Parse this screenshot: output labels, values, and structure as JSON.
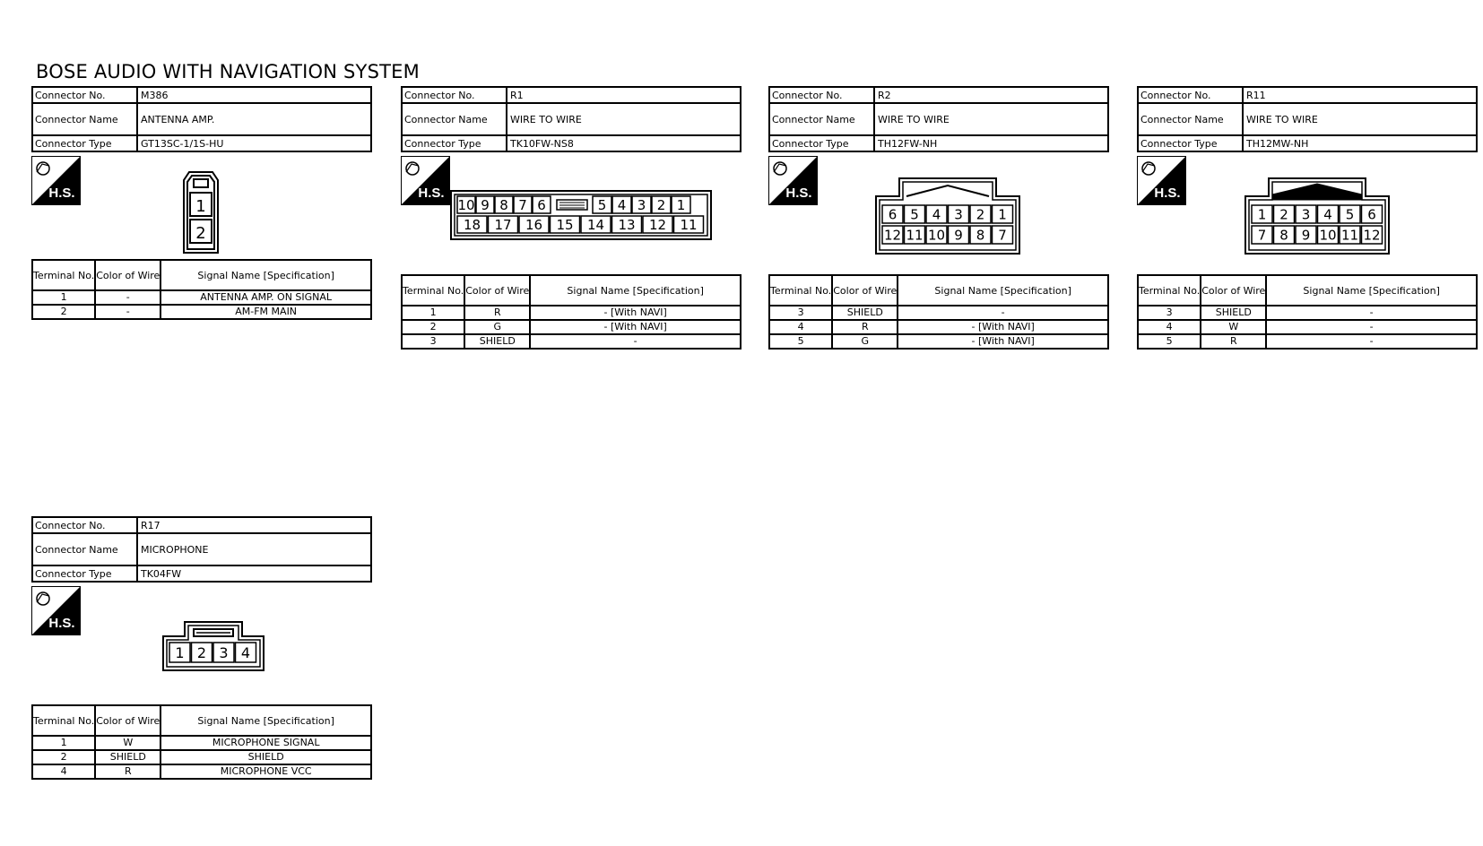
{
  "title": "BOSE AUDIO WITH NAVIGATION SYSTEM",
  "labels": {
    "connector_no": "Connector No.",
    "connector_name": "Connector Name",
    "connector_type": "Connector Type",
    "hs": "H.S.",
    "terminal_no": "Terminal No.",
    "color_of_wire": "Color of Wire",
    "signal_name": "Signal Name [Specification]"
  },
  "connectors": [
    {
      "no": "M386",
      "name": "ANTENNA AMP.",
      "type": "GT13SC-1/1S-HU",
      "pins": [
        "1",
        "2"
      ],
      "terminals": [
        {
          "no": "1",
          "color": "-",
          "signal": "ANTENNA AMP. ON SIGNAL"
        },
        {
          "no": "2",
          "color": "-",
          "signal": "AM-FM MAIN"
        }
      ]
    },
    {
      "no": "R1",
      "name": "WIRE TO WIRE",
      "type": "TK10FW-NS8",
      "pins_top_left": [
        "10",
        "9",
        "8",
        "7",
        "6"
      ],
      "pins_top_right": [
        "5",
        "4",
        "3",
        "2",
        "1"
      ],
      "pins_bottom": [
        "18",
        "17",
        "16",
        "15",
        "14",
        "13",
        "12",
        "11"
      ],
      "terminals": [
        {
          "no": "1",
          "color": "R",
          "signal": "- [With NAVI]"
        },
        {
          "no": "2",
          "color": "G",
          "signal": "- [With NAVI]"
        },
        {
          "no": "3",
          "color": "SHIELD",
          "signal": "-"
        }
      ]
    },
    {
      "no": "R2",
      "name": "WIRE TO WIRE",
      "type": "TH12FW-NH",
      "pins_top": [
        "6",
        "5",
        "4",
        "3",
        "2",
        "1"
      ],
      "pins_bottom": [
        "12",
        "11",
        "10",
        "9",
        "8",
        "7"
      ],
      "terminals": [
        {
          "no": "3",
          "color": "SHIELD",
          "signal": "-"
        },
        {
          "no": "4",
          "color": "R",
          "signal": "- [With NAVI]"
        },
        {
          "no": "5",
          "color": "G",
          "signal": "- [With NAVI]"
        }
      ]
    },
    {
      "no": "R11",
      "name": "WIRE TO WIRE",
      "type": "TH12MW-NH",
      "pins_top": [
        "1",
        "2",
        "3",
        "4",
        "5",
        "6"
      ],
      "pins_bottom": [
        "7",
        "8",
        "9",
        "10",
        "11",
        "12"
      ],
      "terminals": [
        {
          "no": "3",
          "color": "SHIELD",
          "signal": "-"
        },
        {
          "no": "4",
          "color": "W",
          "signal": "-"
        },
        {
          "no": "5",
          "color": "R",
          "signal": "-"
        }
      ]
    },
    {
      "no": "R17",
      "name": "MICROPHONE",
      "type": "TK04FW",
      "pins": [
        "1",
        "2",
        "3",
        "4"
      ],
      "terminals": [
        {
          "no": "1",
          "color": "W",
          "signal": "MICROPHONE SIGNAL"
        },
        {
          "no": "2",
          "color": "SHIELD",
          "signal": "SHIELD"
        },
        {
          "no": "4",
          "color": "R",
          "signal": "MICROPHONE VCC"
        }
      ]
    }
  ]
}
